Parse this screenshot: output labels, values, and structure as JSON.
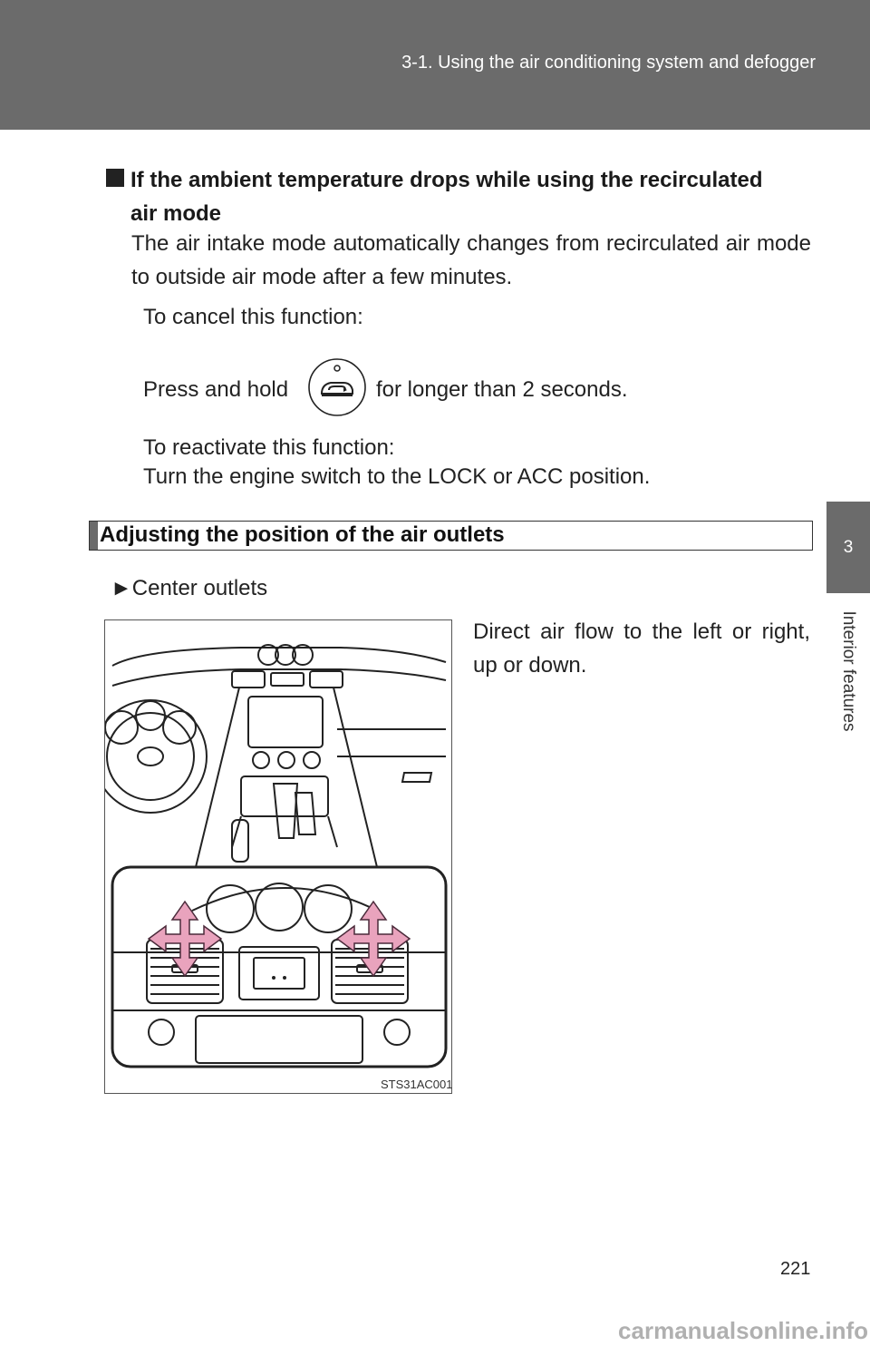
{
  "header": {
    "title": "3-1. Using the air conditioning system and defogger"
  },
  "side_tab": {
    "number": "3",
    "label": "Interior features"
  },
  "note": {
    "heading_line1": "If the ambient temperature drops while using the recirculated",
    "heading_line2": "air mode",
    "body": "The air intake mode automatically changes from recirculated air mode to outside air mode after a few minutes.",
    "cancel_label": "To cancel this function:",
    "press_hold_prefix": "Press and hold",
    "press_hold_suffix": "for longer than 2 seconds.",
    "reactivate_label": "To reactivate this function:",
    "reactivate_body": "Turn the engine switch to the LOCK or ACC position."
  },
  "section": {
    "title": "Adjusting the position of the air outlets",
    "bullet_marker": "►",
    "bullet_label": "Center outlets",
    "instruction": "Direct air flow to the left or right, up or down."
  },
  "figure": {
    "code": "STS31AC001"
  },
  "page_number": "221",
  "watermark": {
    "text": "carmanualsonline.info",
    "color": "#b0b0b0"
  },
  "colors": {
    "header_gray": "#6b6b6b",
    "arrow_pink": "#e9a3bd"
  }
}
